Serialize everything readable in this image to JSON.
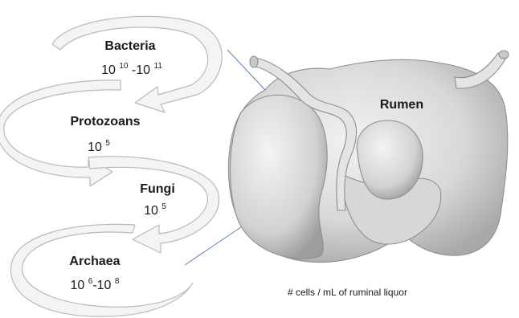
{
  "microbes": [
    {
      "name": "Bacteria",
      "count_prefix": "10 ",
      "count_exp": "10",
      "count_mid": " -10 ",
      "count_exp2": "11"
    },
    {
      "name": "Protozoans",
      "count_prefix": "10 ",
      "count_exp": "5",
      "count_mid": "",
      "count_exp2": ""
    },
    {
      "name": "Fungi",
      "count_prefix": "10 ",
      "count_exp": "5",
      "count_mid": "",
      "count_exp2": ""
    },
    {
      "name": "Archaea",
      "count_prefix": "10 ",
      "count_exp": "6",
      "count_mid": "-10 ",
      "count_exp2": "8"
    }
  ],
  "organ": {
    "label": "Rumen"
  },
  "caption": "# cells / mL of ruminal liquor",
  "colors": {
    "arrow_fill": "#f4f4f4",
    "arrow_stroke": "#b9b9b9",
    "organ_fill": "#dedede",
    "connector": "#5b7fb6"
  }
}
